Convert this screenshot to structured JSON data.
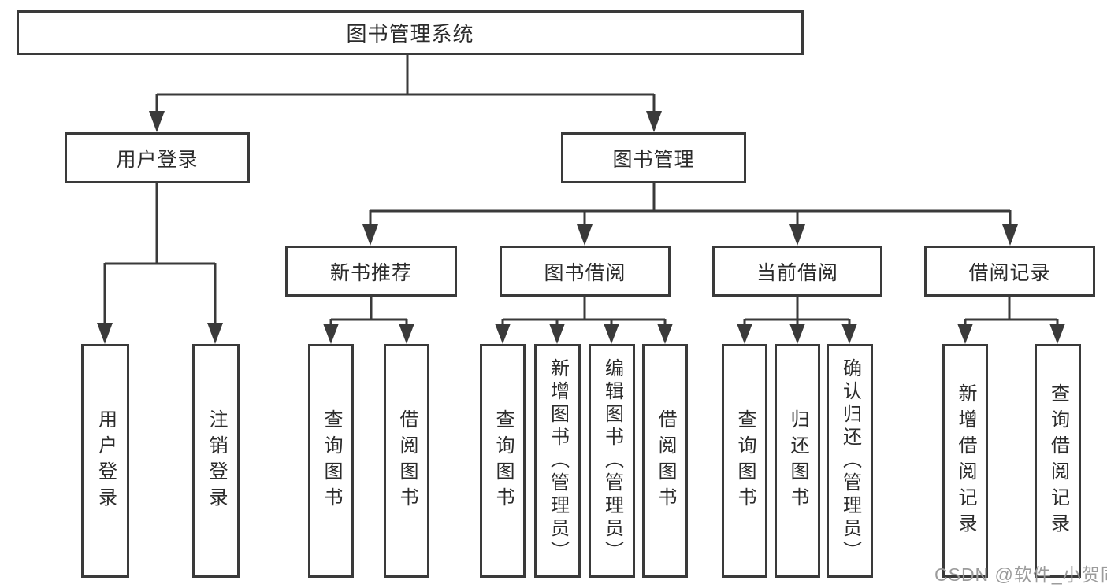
{
  "colors": {
    "line": "#3a3a3a",
    "box_border": "#3a3a3a",
    "box_fill": "#ffffff",
    "text": "#2b2b2b",
    "background": "#ffffff",
    "watermark": "#9b9b9b"
  },
  "tree": {
    "root": {
      "label": "图书管理系统"
    },
    "branches": [
      {
        "label": "用户登录",
        "children": [
          {
            "label": "用户登录"
          },
          {
            "label": "注销登录"
          }
        ]
      },
      {
        "label": "图书管理",
        "children": [
          {
            "label": "新书推荐",
            "children": [
              {
                "label": "查询图书"
              },
              {
                "label": "借阅图书"
              }
            ]
          },
          {
            "label": "图书借阅",
            "children": [
              {
                "label": "查询图书"
              },
              {
                "label": "新增图书（管理员）"
              },
              {
                "label": "编辑图书（管理员）"
              },
              {
                "label": "借阅图书"
              }
            ]
          },
          {
            "label": "当前借阅",
            "children": [
              {
                "label": "查询图书"
              },
              {
                "label": "归还图书"
              },
              {
                "label": "确认归还（管理员）"
              }
            ]
          },
          {
            "label": "借阅记录",
            "children": [
              {
                "label": "新增借阅记录"
              },
              {
                "label": "查询借阅记录"
              }
            ]
          }
        ]
      }
    ]
  },
  "watermark": {
    "text": "CSDN @软件_小贺同学"
  }
}
